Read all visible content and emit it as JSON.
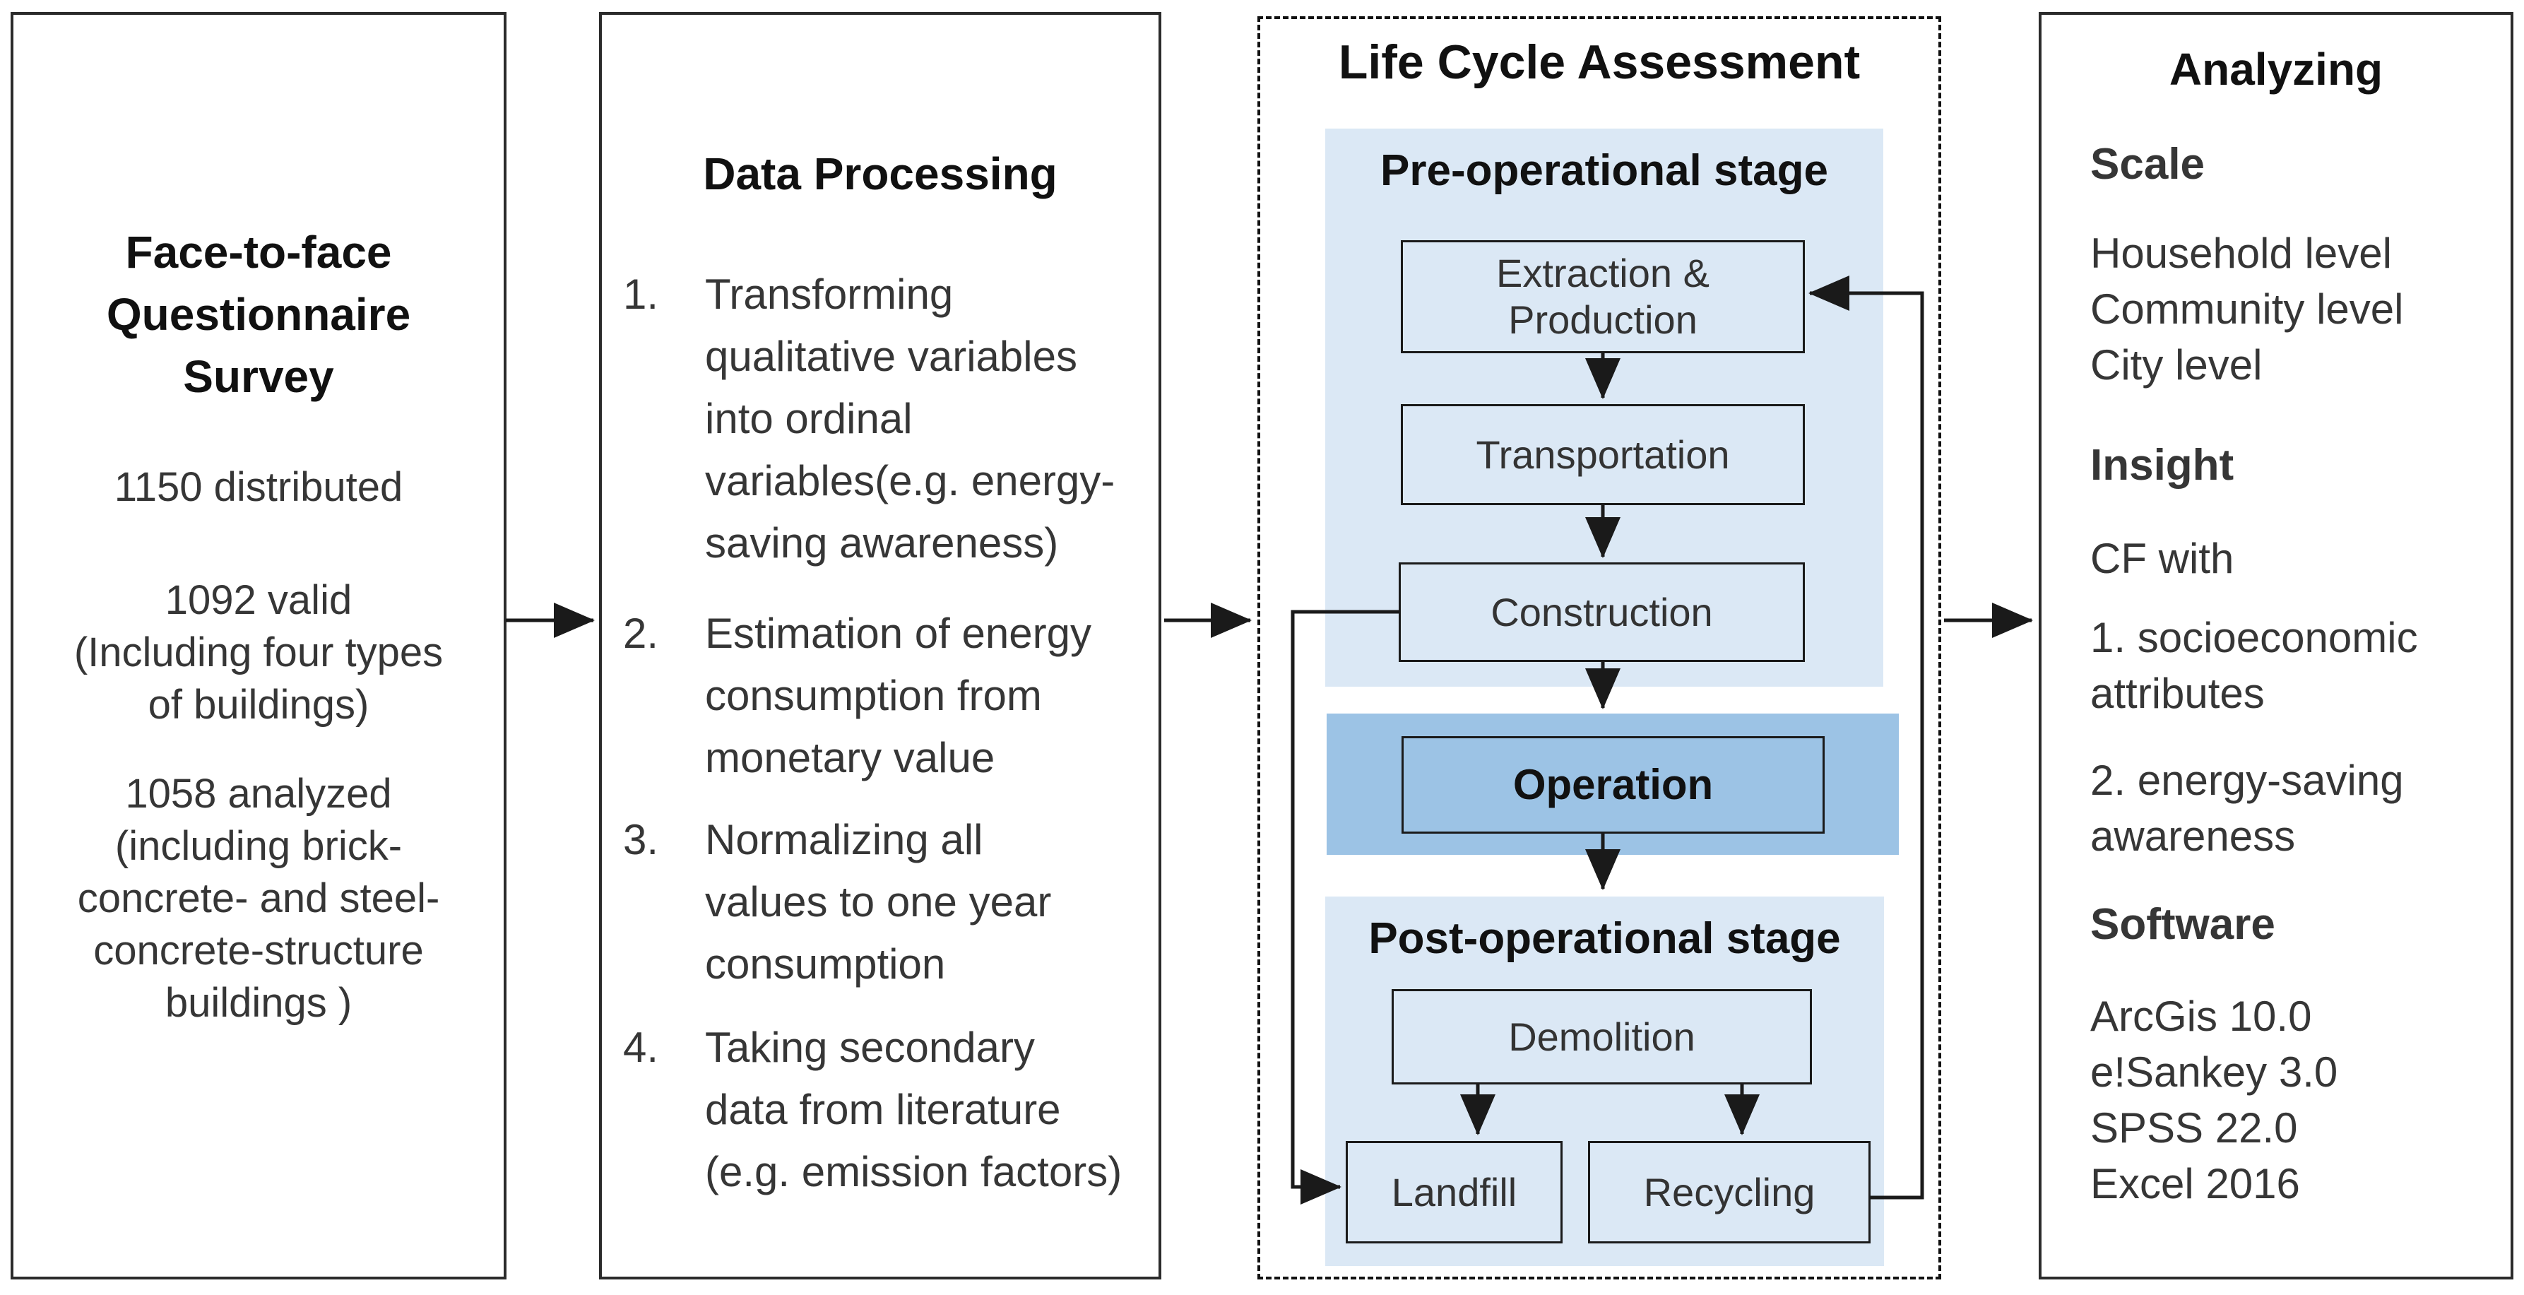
{
  "panels": {
    "survey": {
      "title": "Face-to-face\nQuestionnaire\nSurvey",
      "items": [
        "1150 distributed",
        "1092 valid\n(Including four types\nof buildings)",
        "1058 analyzed\n(including brick-\nconcrete- and steel-\nconcrete-structure\nbuildings )"
      ]
    },
    "data_processing": {
      "title": "Data Processing",
      "steps": [
        {
          "num": "1.",
          "text": "Transforming\nqualitative variables\ninto ordinal\nvariables(e.g. energy-\nsaving awareness)"
        },
        {
          "num": "2.",
          "text": "Estimation of energy\nconsumption from\nmonetary value"
        },
        {
          "num": "3.",
          "text": "Normalizing all\nvalues to one year\nconsumption"
        },
        {
          "num": "4.",
          "text": "Taking secondary\ndata from literature\n(e.g. emission factors)"
        }
      ]
    },
    "lca": {
      "title": "Life Cycle Assessment",
      "pre_stage_label": "Pre-operational stage",
      "post_stage_label": "Post-operational stage",
      "boxes": {
        "extraction": "Extraction &\nProduction",
        "transportation": "Transportation",
        "construction": "Construction",
        "operation": "Operation",
        "demolition": "Demolition",
        "landfill": "Landfill",
        "recycling": "Recycling"
      }
    },
    "analyzing": {
      "title": "Analyzing",
      "scale_heading": "Scale",
      "scale_items": "Household level\nCommunity level\nCity level",
      "insight_heading": "Insight",
      "insight_intro": "CF with",
      "insight_item1": "1. socioeconomic\nattributes",
      "insight_item2": "2. energy-saving\nawareness",
      "software_heading": "Software",
      "software_items": "ArcGis 10.0\ne!Sankey 3.0\nSPSS 22.0\nExcel 2016"
    }
  },
  "colors": {
    "stage_band_light_blue": "#dbe8f5",
    "operation_band_blue": "#9cc3e5",
    "line_color": "#1a1a1a"
  }
}
